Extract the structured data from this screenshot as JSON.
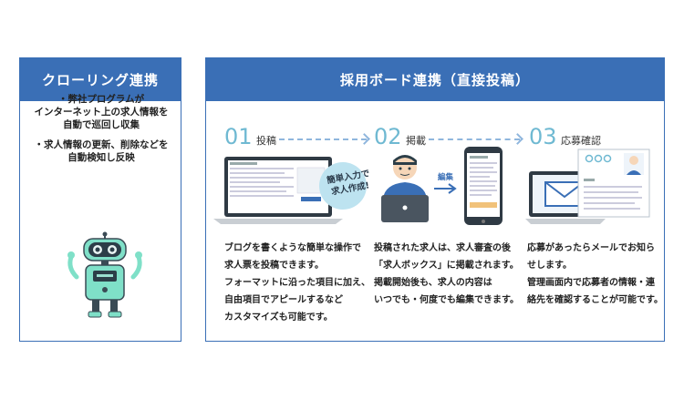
{
  "left": {
    "title": "クローリング連携",
    "bullets": [
      "・弊社プログラムが\nインターネット上の求人情報を\n自動で巡回し収集",
      "・求人情報の更新、削除などを\n自動検知し反映"
    ]
  },
  "right": {
    "title": "採用ボード連携（直接投稿）",
    "steps": [
      {
        "num": "01",
        "label": "投稿",
        "desc": "ブログを書くような簡単な操作で\n求人票を投稿できます。\nフォーマットに沿った項目に加え、\n自由項目でアピールするなど\nカスタマイズも可能です。"
      },
      {
        "num": "02",
        "label": "掲載",
        "desc": "投稿された求人は、求人審査の後\n「求人ボックス」に掲載されます。\n掲載開始後も、求人の内容は\nいつでも・何度でも編集できます。"
      },
      {
        "num": "03",
        "label": "応募確認",
        "desc": "応募があったらメールでお知ら\nせします。\n管理画面内で応募者の情報・連\n絡先を確認することが可能です。"
      }
    ],
    "bubble": "簡単入力で\n求人作成!",
    "edit_label": "編集"
  },
  "colors": {
    "header": "#3a6fb6",
    "accent": "#6fb9d2",
    "robot": "#7fe0c8"
  }
}
